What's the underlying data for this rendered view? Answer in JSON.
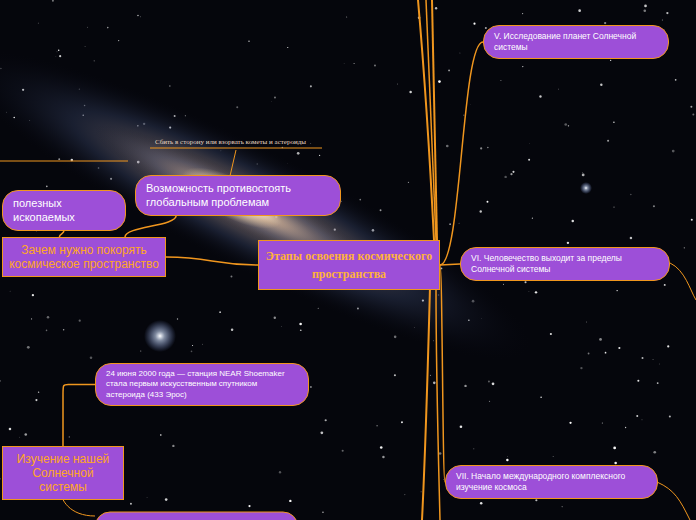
{
  "diagram": {
    "nodes": [
      {
        "text": [
          "Этапы освоения космического пространства"
        ]
      },
      {
        "text": [
          "Зачем нужно покорять космическое пространство"
        ]
      },
      {
        "text": [
          "Возможность противостоять глобальным проблемам"
        ]
      },
      {
        "text": [
          "полезных ископаемых"
        ]
      },
      {
        "text": [
          "Изучение нашей Солнечной системы"
        ]
      },
      {
        "text": [
          "24 июня 2000 года — станция NEAR Shoemaker стала первым искусственным спутником астероида (433 Эрос)"
        ]
      },
      {
        "text": [
          "V. Исследование планет Солнечной системы"
        ]
      },
      {
        "text": [
          "VI. Человечество выходит за пределы Солнечной системы"
        ]
      },
      {
        "text": [
          "VII. Начало международного комплексного изучение космоса"
        ]
      }
    ],
    "edges": [
      {
        "from": 0,
        "to": 1,
        "arrow": "none"
      },
      {
        "from": 1,
        "to": 2,
        "arrow": "none"
      },
      {
        "from": 1,
        "to": 3,
        "arrow": "none"
      },
      {
        "from": 4,
        "to": 5,
        "arrow": "none"
      },
      {
        "from": 0,
        "to": 6,
        "arrow": "none"
      },
      {
        "from": 0,
        "to": 7,
        "arrow": "none"
      },
      {
        "from": 0,
        "to": 8,
        "arrow": "none"
      }
    ],
    "labels": [
      "Сбить в сторону или взорвать кометы и астероиды"
    ]
  }
}
